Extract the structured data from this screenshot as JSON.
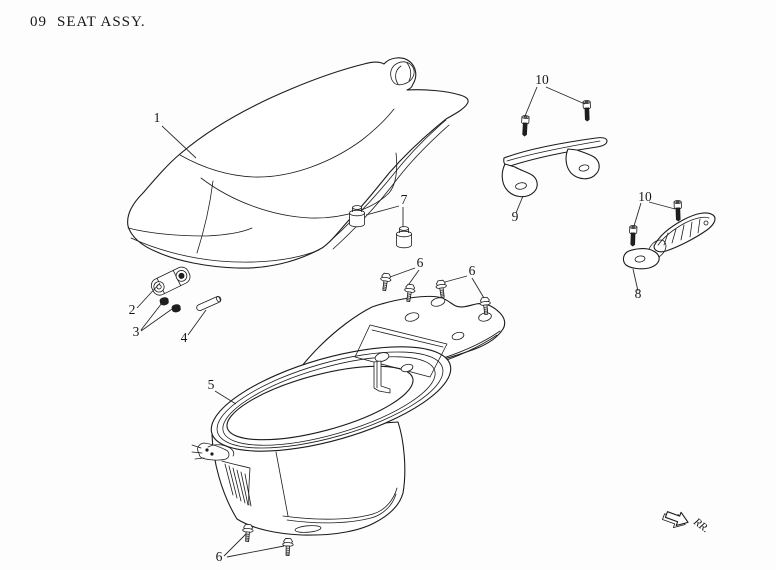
{
  "page": {
    "figure_number": "09",
    "title": "SEAT ASSY."
  },
  "direction": {
    "label": "RR."
  },
  "callouts": {
    "part1": "1",
    "part2": "2",
    "part3": "3",
    "part4": "4",
    "part5": "5",
    "part6": "6",
    "part7": "7",
    "part8": "8",
    "part9": "9",
    "part10": "10"
  },
  "colors": {
    "ink": "#1c1c1c",
    "paper": "#ffffff"
  }
}
